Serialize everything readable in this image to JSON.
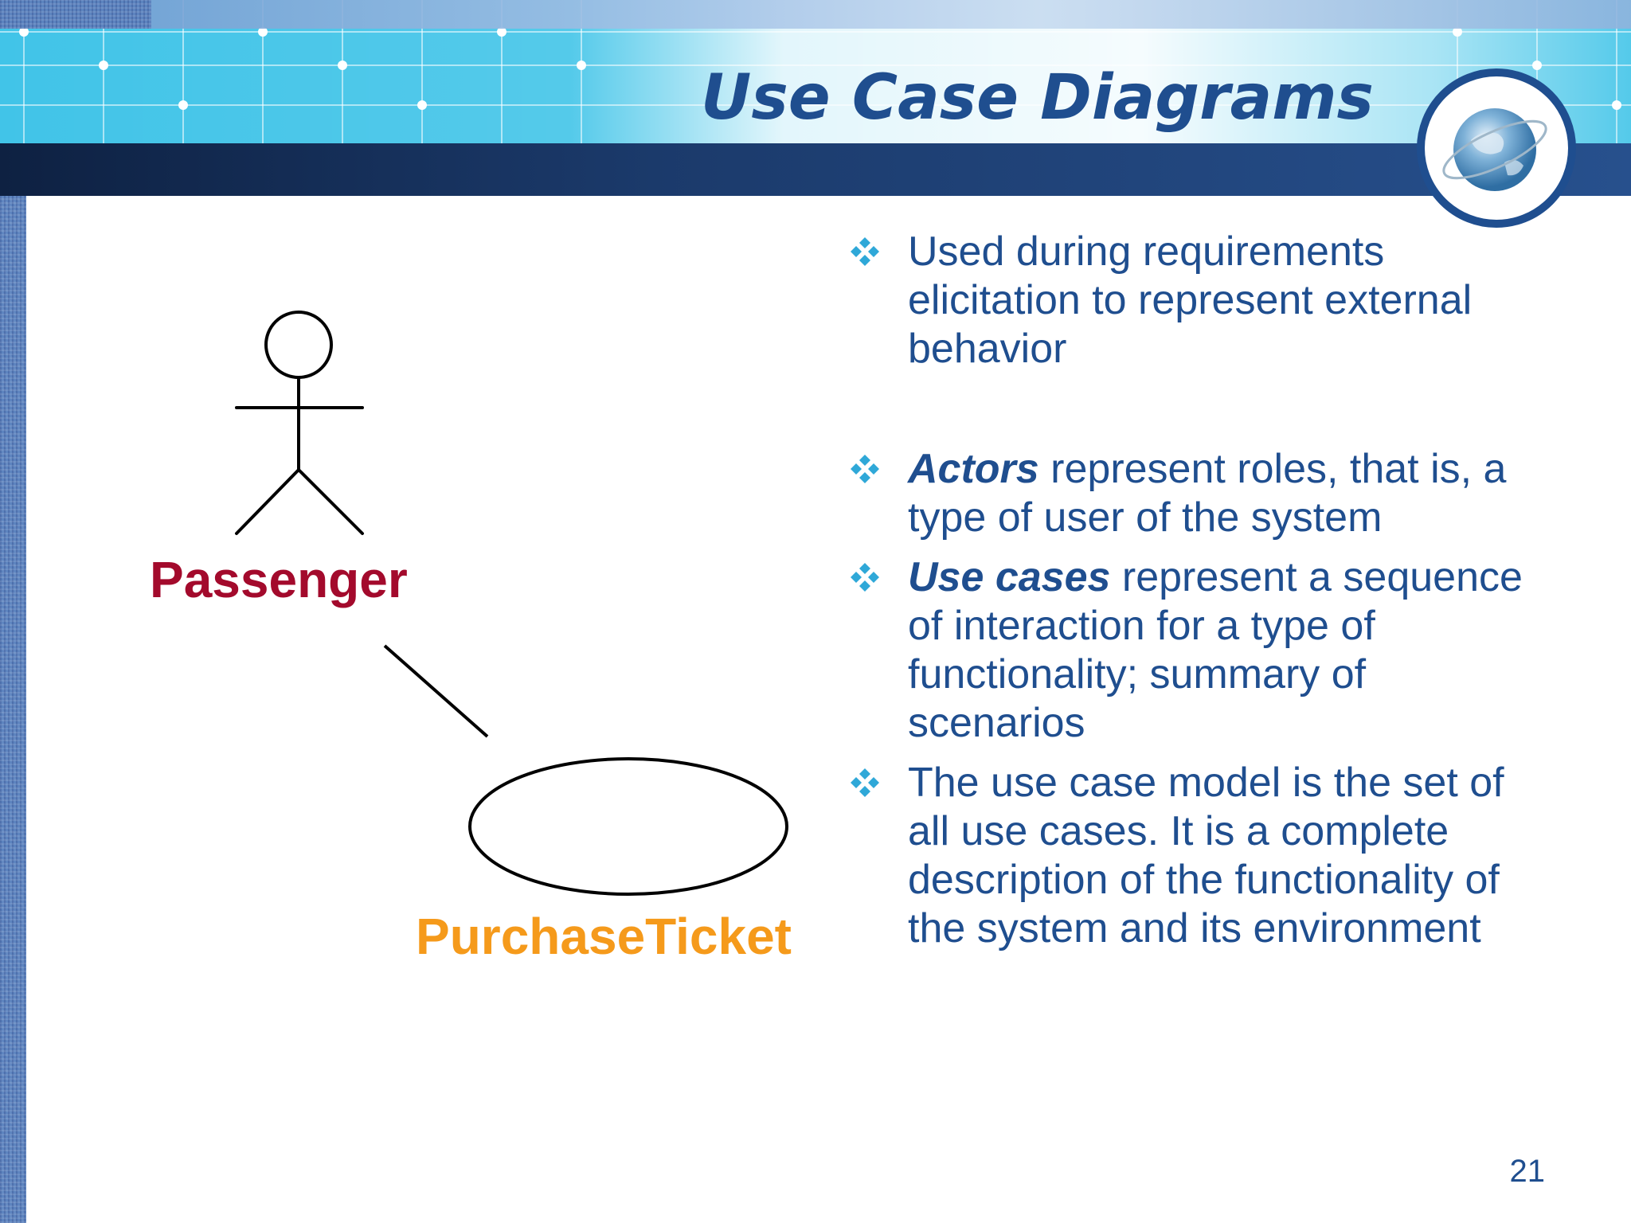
{
  "slide": {
    "title": "Use Case Diagrams",
    "page_number": "21",
    "colors": {
      "title": "#1f4e8f",
      "body_text": "#1f4e8f",
      "actor_label": "#a30a2c",
      "usecase_label": "#f59a1b",
      "bullet_icon": "#2fa8d8",
      "title_bar": "#1b3a6b",
      "header_cyan": "#41c4e8"
    }
  },
  "diagram": {
    "actor": {
      "label": "Passenger",
      "icon": "stick-figure-actor-icon"
    },
    "use_case": {
      "label": "PurchaseTicket",
      "icon": "ellipse-use-case"
    }
  },
  "bullets": [
    {
      "icon": "four-diamond-bullet-icon",
      "term": "",
      "text": "Used during requirements elicitation to represent external behavior"
    },
    {
      "icon": "four-diamond-bullet-icon",
      "term": "Actors",
      "text": " represent roles, that is, a type of user of the system"
    },
    {
      "icon": "four-diamond-bullet-icon",
      "term": "Use cases",
      "text": " represent a sequence of interaction for a type of functionality; summary of scenarios"
    },
    {
      "icon": "four-diamond-bullet-icon",
      "term": "",
      "text": "The use case model is  the set of all use cases. It is a complete description of the functionality of the  system and its environment"
    }
  ]
}
